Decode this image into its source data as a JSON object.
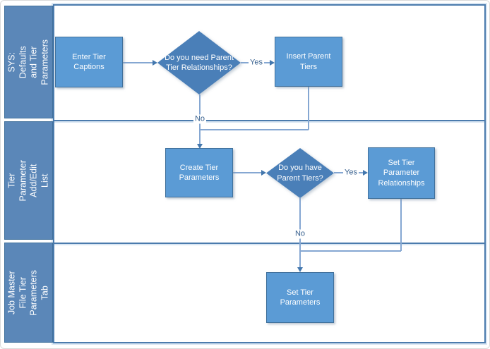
{
  "lanes": [
    {
      "label": "SYS: Defaults and Tier\nParameters"
    },
    {
      "label": "Tier Parameter Add/Edit\nList"
    },
    {
      "label": "Job Master File Tier\nParameters Tab"
    }
  ],
  "nodes": [
    {
      "id": "enter-tier-captions",
      "type": "process",
      "label": "Enter Tier Captions"
    },
    {
      "id": "need-parent-tier-relationships",
      "type": "decision",
      "label": "Do you need Parent\nTier Relationships?"
    },
    {
      "id": "insert-parent-tiers",
      "type": "process",
      "label": "Insert Parent Tiers"
    },
    {
      "id": "create-tier-parameters",
      "type": "process",
      "label": "Create Tier\nParameters"
    },
    {
      "id": "have-parent-tiers",
      "type": "decision",
      "label": "Do you have\nParent Tiers?"
    },
    {
      "id": "set-tier-parameter-relationships",
      "type": "process",
      "label": "Set Tier Parameter\nRelationships"
    },
    {
      "id": "set-tier-parameters",
      "type": "process",
      "label": "Set Tier Parameters"
    }
  ],
  "edge_labels": [
    {
      "id": "yes-1",
      "label": "Yes"
    },
    {
      "id": "no-1",
      "label": "No"
    },
    {
      "id": "yes-2",
      "label": "Yes"
    },
    {
      "id": "no-2",
      "label": "No"
    }
  ],
  "colors": {
    "process_fill": "#5B9BD5",
    "decision_fill": "#4A7FB8",
    "lane_fill": "#5B87B8",
    "shape_border": "#41719C",
    "lane_border": "#4B7BAD",
    "connector": "#85A7D2",
    "arrow": "#4377AD",
    "edge_label_text": "#38618F",
    "shape_text": "#FFFFFF"
  }
}
